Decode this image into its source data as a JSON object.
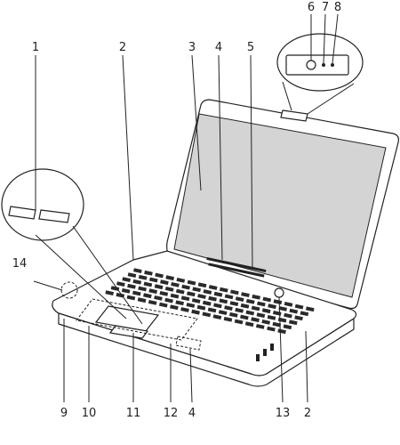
{
  "callouts": [
    {
      "id": "1",
      "text": "1"
    },
    {
      "id": "2a",
      "text": "2"
    },
    {
      "id": "3",
      "text": "3"
    },
    {
      "id": "4a",
      "text": "4"
    },
    {
      "id": "5",
      "text": "5"
    },
    {
      "id": "6",
      "text": "6"
    },
    {
      "id": "7",
      "text": "7"
    },
    {
      "id": "8",
      "text": "8"
    },
    {
      "id": "14",
      "text": "14"
    },
    {
      "id": "9",
      "text": "9"
    },
    {
      "id": "10",
      "text": "10"
    },
    {
      "id": "11",
      "text": "11"
    },
    {
      "id": "12",
      "text": "12"
    },
    {
      "id": "4b",
      "text": "4"
    },
    {
      "id": "13",
      "text": "13"
    },
    {
      "id": "2b",
      "text": "2"
    }
  ]
}
